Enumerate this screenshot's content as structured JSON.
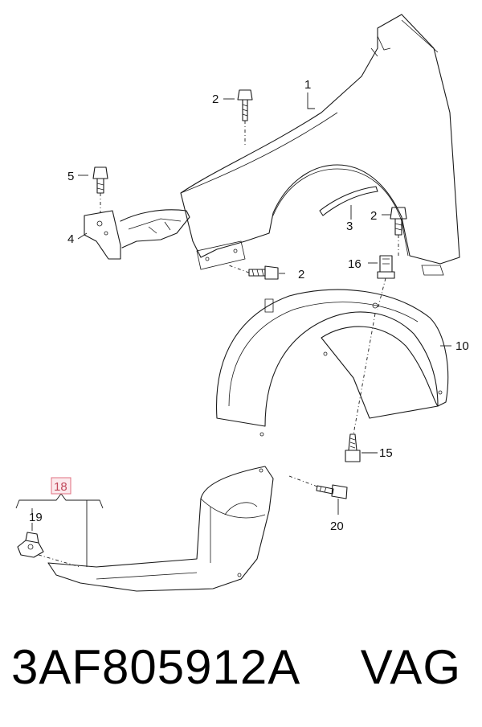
{
  "callouts": {
    "c1": "1",
    "c2a": "2",
    "c2b": "2",
    "c2c": "2",
    "c3": "3",
    "c4": "4",
    "c5": "5",
    "c10": "10",
    "c15": "15",
    "c16": "16",
    "c18": "18",
    "c19": "19",
    "c20": "20"
  },
  "highlight_color": "#e07080",
  "part_number": "3AF805912A",
  "brand": "VAG"
}
